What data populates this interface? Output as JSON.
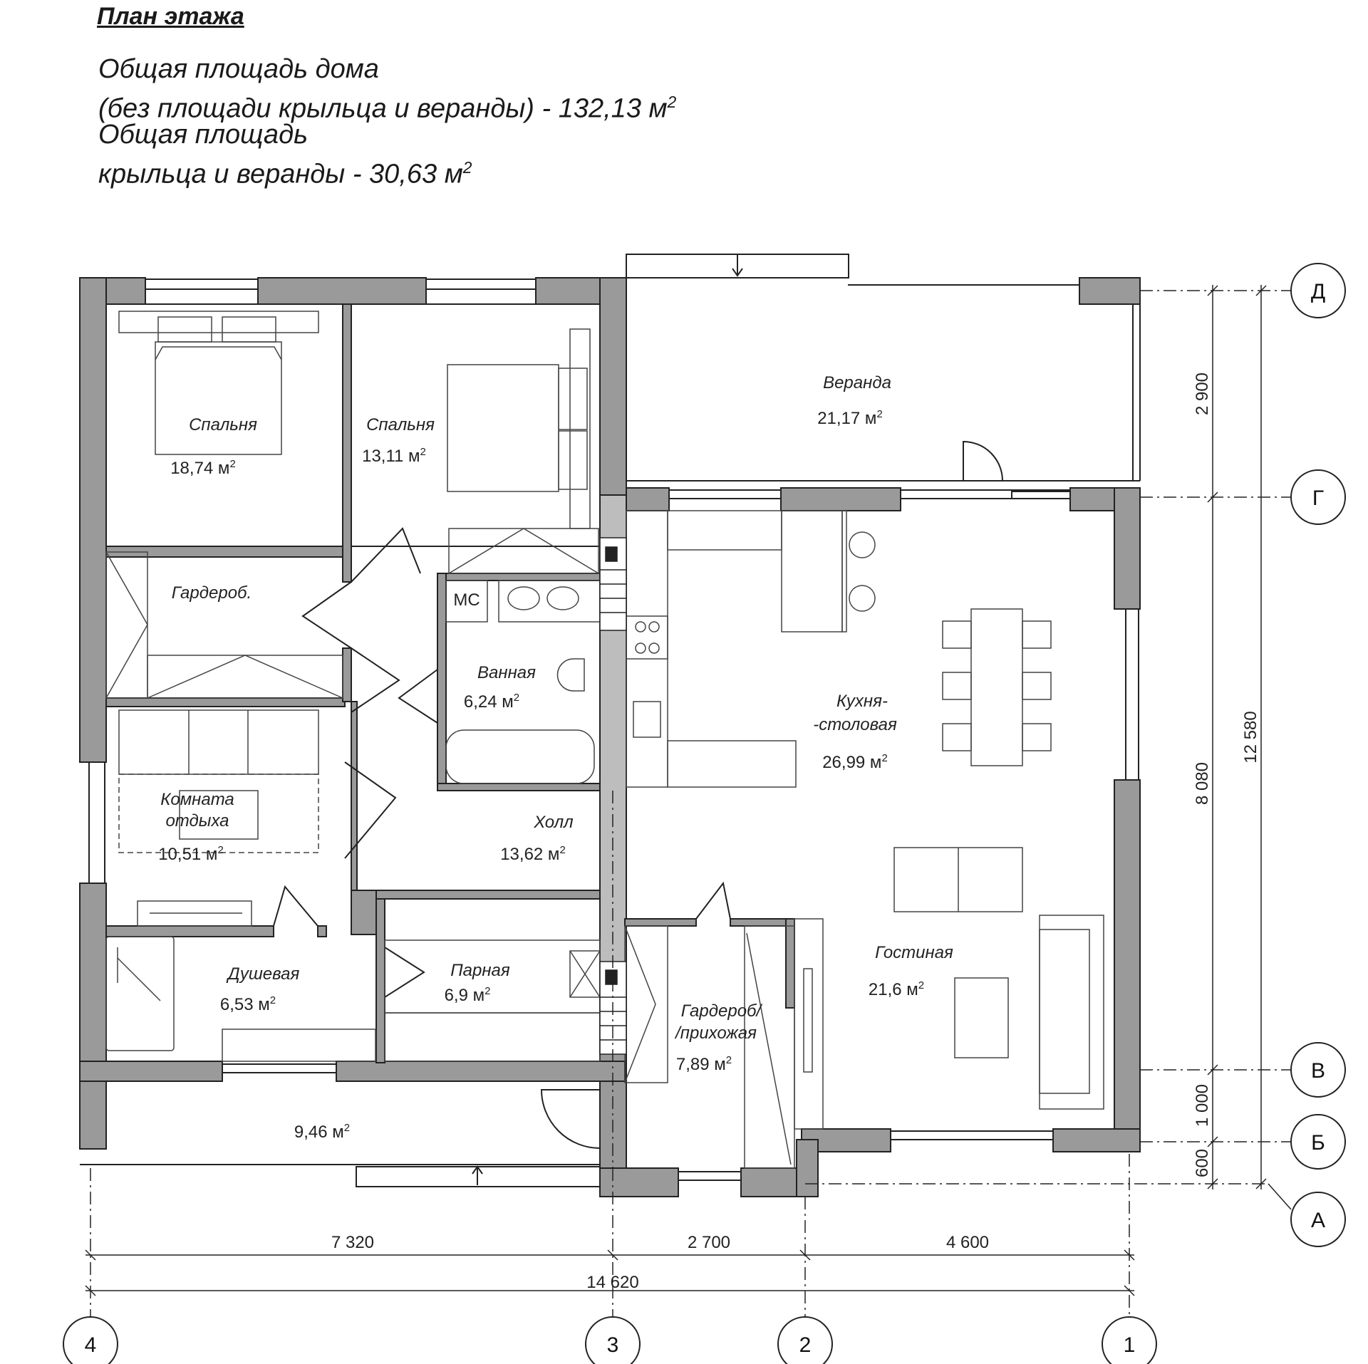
{
  "header": {
    "title": "План  этажа",
    "total_area_label": "Общая площадь дома",
    "total_area_note": "(без площади крыльца и веранды) - 132,13 м",
    "porch_area_label": "Общая площадь",
    "porch_area_value": "крыльца и веранды - 30,63 м",
    "sup": "2"
  },
  "rooms": {
    "bedroom1": {
      "name": "Спальня",
      "area": "18,74 м"
    },
    "bedroom2": {
      "name": "Спальня",
      "area": "13,11 м"
    },
    "veranda": {
      "name": "Веранда",
      "area": "21,17 м"
    },
    "wardrobe1": {
      "name": "Гардероб."
    },
    "bathroom": {
      "name": "Ванная",
      "area": "6,24 м",
      "wc_label": "МС"
    },
    "kitchen": {
      "name1": "Кухня-",
      "name2": "-столовая",
      "area": "26,99 м"
    },
    "rest_room": {
      "name1": "Комната",
      "name2": "отдыха",
      "area": "10,51 м"
    },
    "hall": {
      "name": "Холл",
      "area": "13,62 м"
    },
    "shower": {
      "name": "Душевая",
      "area": "6,53 м"
    },
    "sauna": {
      "name": "Парная",
      "area": "6,9 м"
    },
    "entry": {
      "name1": "Гардероб/",
      "name2": "/прихожая",
      "area": "7,89 м"
    },
    "living": {
      "name": "Гостиная",
      "area": "21,6 м"
    },
    "porch": {
      "area": "9,46 м"
    },
    "sup": "2"
  },
  "dimensions": {
    "horizontal": [
      "7 320",
      "2 700",
      "4 600"
    ],
    "total_horizontal": "14 620",
    "vertical": [
      "2 900",
      "8 080",
      "1 000",
      "600"
    ],
    "total_vertical": "12 580"
  },
  "axes": {
    "columns": [
      "4",
      "3",
      "2",
      "1"
    ],
    "rows": [
      "Д",
      "Г",
      "В",
      "Б",
      "А"
    ]
  },
  "colors": {
    "wall": "#9a9a9a",
    "line": "#222222",
    "light": "#8a8a8a"
  }
}
